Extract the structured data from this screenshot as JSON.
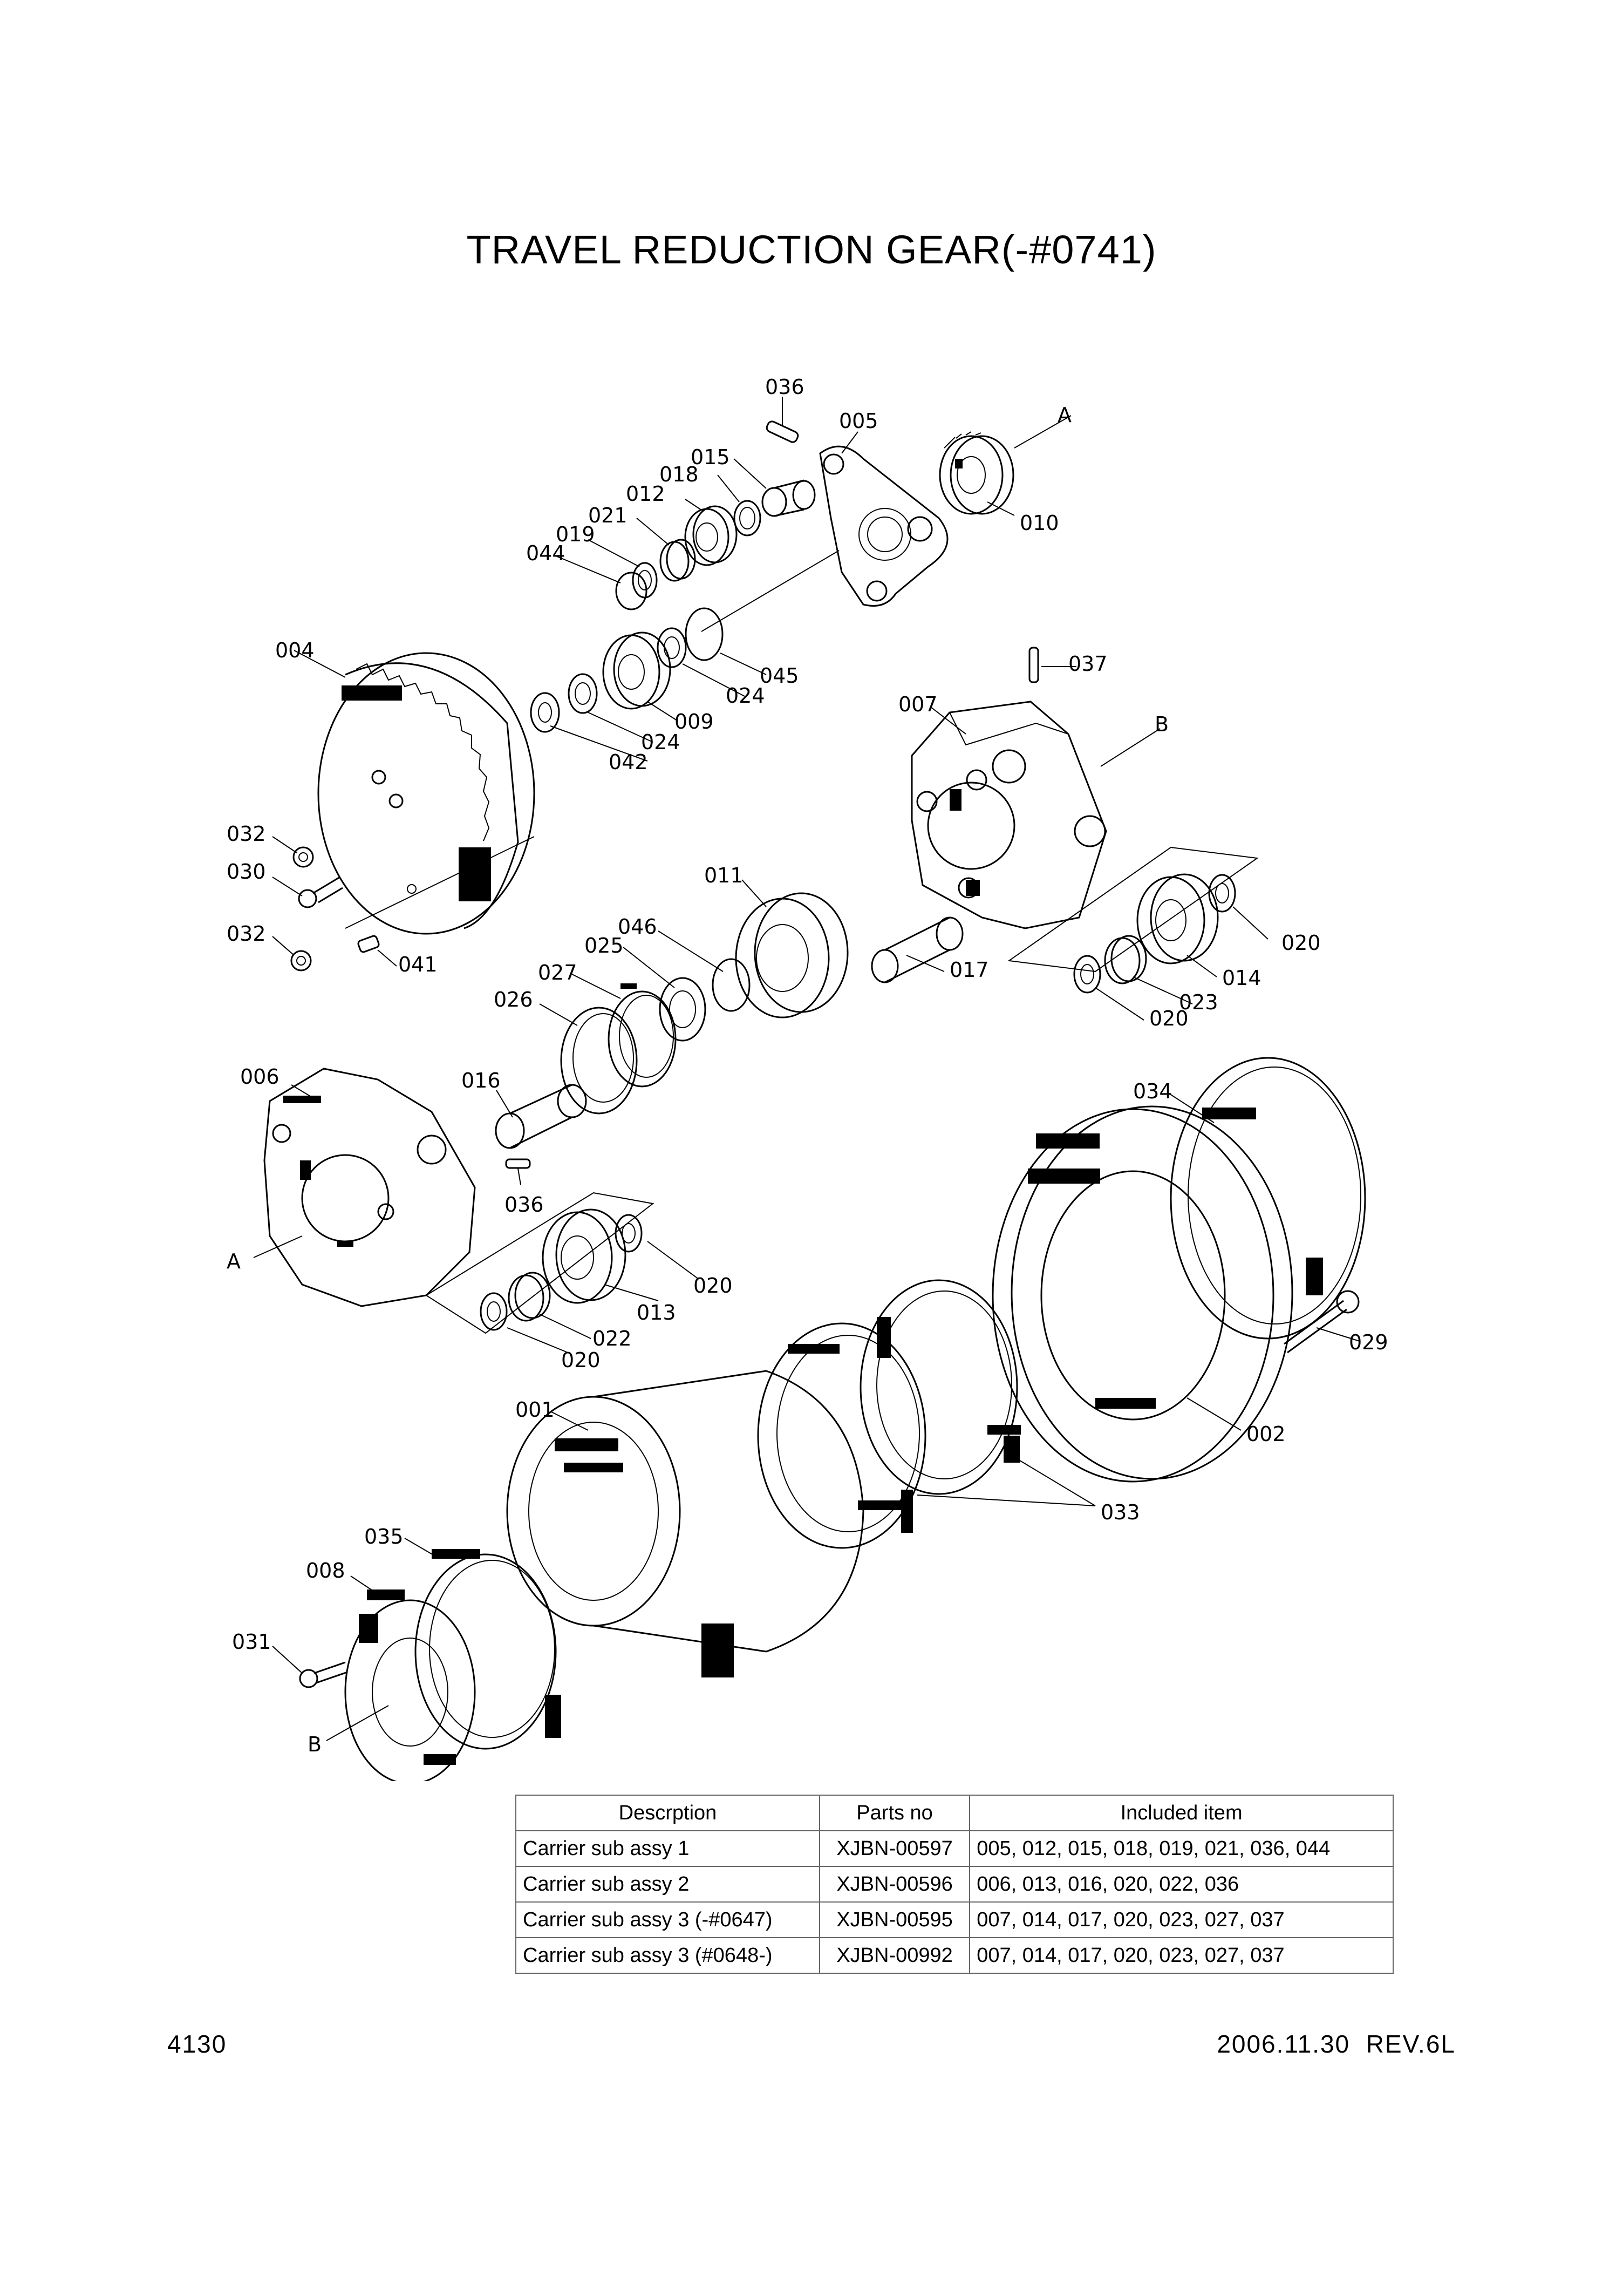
{
  "title": "TRAVEL REDUCTION GEAR(-#0741)",
  "callouts": {
    "p036a": "036",
    "p005": "005",
    "pA1": "A",
    "p015": "015",
    "p018": "018",
    "p012": "012",
    "p021": "021",
    "p019": "019",
    "p044": "044",
    "p010": "010",
    "p004": "004",
    "p045": "045",
    "p024a": "024",
    "p009": "009",
    "p024b": "024",
    "p042": "042",
    "p037": "037",
    "p007": "007",
    "pB1": "B",
    "p032a": "032",
    "p030": "030",
    "p032b": "032",
    "p041": "041",
    "p011": "011",
    "p046": "046",
    "p025": "025",
    "p027": "027",
    "p026": "026",
    "p017": "017",
    "p020a": "020",
    "p014": "014",
    "p023": "023",
    "p020b": "020",
    "p006": "006",
    "p016": "016",
    "p036b": "036",
    "p034": "034",
    "pA2": "A",
    "p020c": "020",
    "p013": "013",
    "p022": "022",
    "p020d": "020",
    "p029": "029",
    "p001": "001",
    "p002": "002",
    "p033": "033",
    "p035": "035",
    "p008": "008",
    "p031": "031",
    "pB2": "B"
  },
  "table": {
    "headers": [
      "Descrption",
      "Parts no",
      "Included item"
    ],
    "rows": [
      [
        "Carrier sub assy 1",
        "XJBN-00597",
        "005, 012, 015, 018, 019, 021, 036, 044"
      ],
      [
        "Carrier sub assy 2",
        "XJBN-00596",
        "006, 013, 016, 020, 022, 036"
      ],
      [
        "Carrier sub assy 3 (-#0647)",
        "XJBN-00595",
        "007, 014, 017, 020, 023, 027, 037"
      ],
      [
        "Carrier sub assy 3 (#0648-)",
        "XJBN-00992",
        "007, 014, 017, 020, 023, 027, 037"
      ]
    ]
  },
  "footer": {
    "page": "4130",
    "date_rev": "2006.11.30  REV.6L"
  }
}
